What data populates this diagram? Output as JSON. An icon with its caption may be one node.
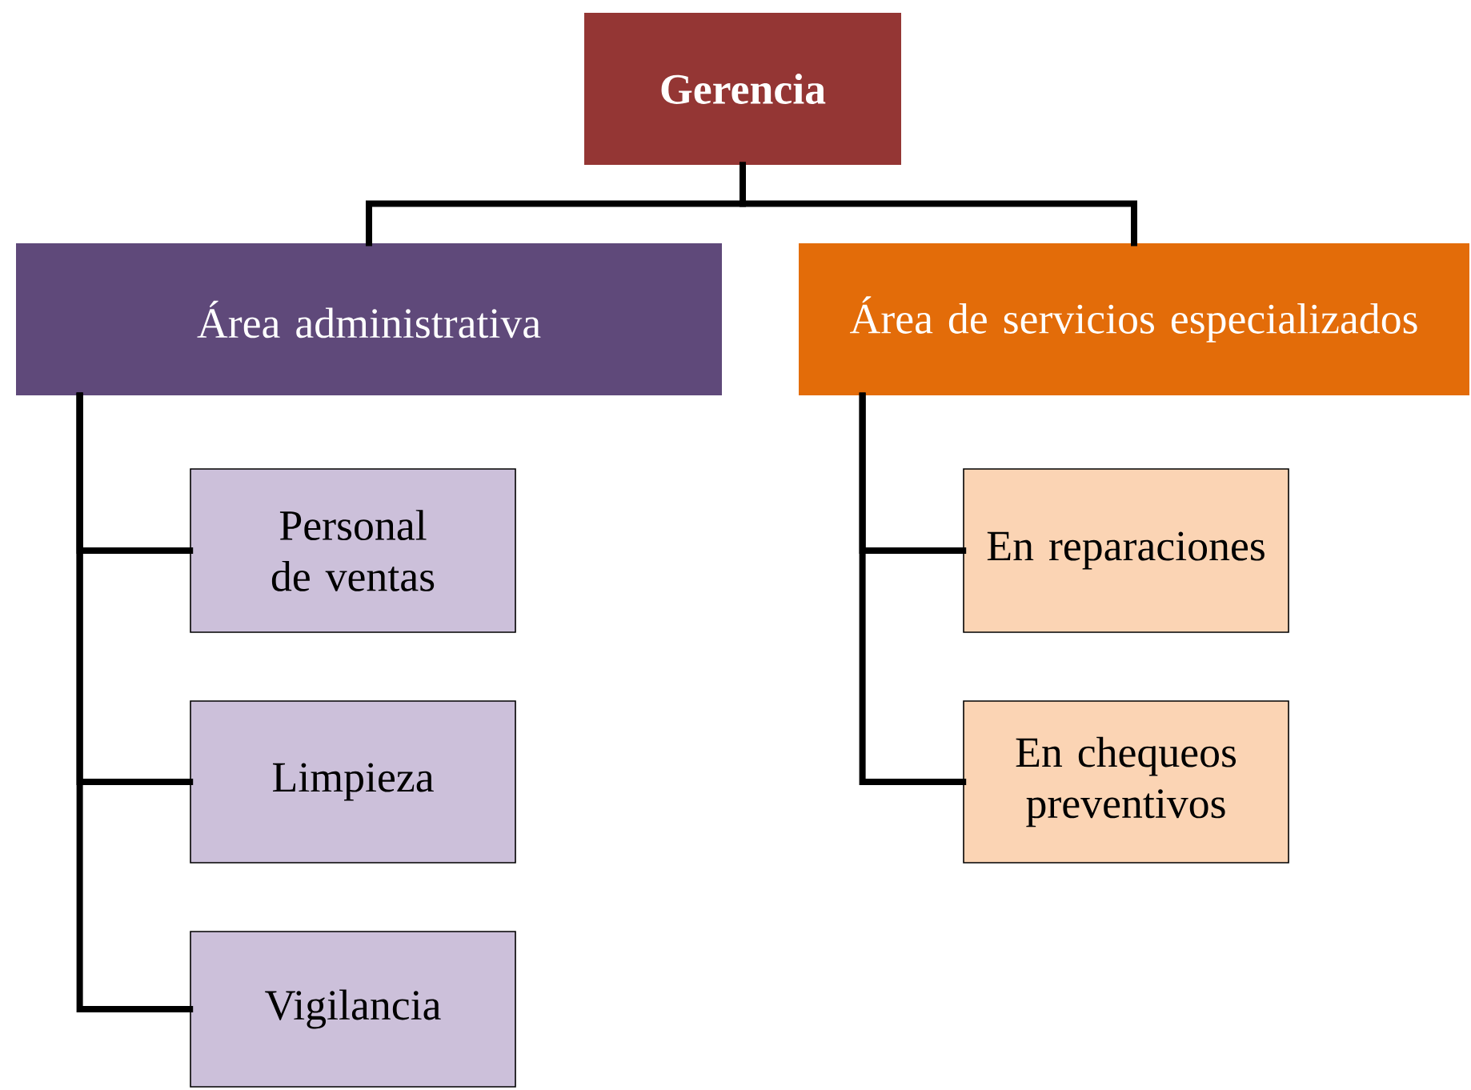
{
  "diagram": {
    "nodes": [
      {
        "text": [
          "Gerencia"
        ]
      },
      {
        "text": [
          "Área administrativa"
        ]
      },
      {
        "text": [
          "Área de servicios especializados"
        ]
      },
      {
        "text": [
          "Personal de ventas"
        ]
      },
      {
        "text": [
          "Limpieza"
        ]
      },
      {
        "text": [
          "Vigilancia"
        ]
      },
      {
        "text": [
          "En reparaciones"
        ]
      },
      {
        "text": [
          "En chequeos preventivos"
        ]
      }
    ],
    "edges": [
      {
        "from": 0,
        "to": 1,
        "arrow": "none"
      },
      {
        "from": 0,
        "to": 2,
        "arrow": "none"
      },
      {
        "from": 1,
        "to": 3,
        "arrow": "none"
      },
      {
        "from": 1,
        "to": 4,
        "arrow": "none"
      },
      {
        "from": 1,
        "to": 5,
        "arrow": "none"
      },
      {
        "from": 2,
        "to": 6,
        "arrow": "none"
      },
      {
        "from": 2,
        "to": 7,
        "arrow": "none"
      }
    ]
  }
}
